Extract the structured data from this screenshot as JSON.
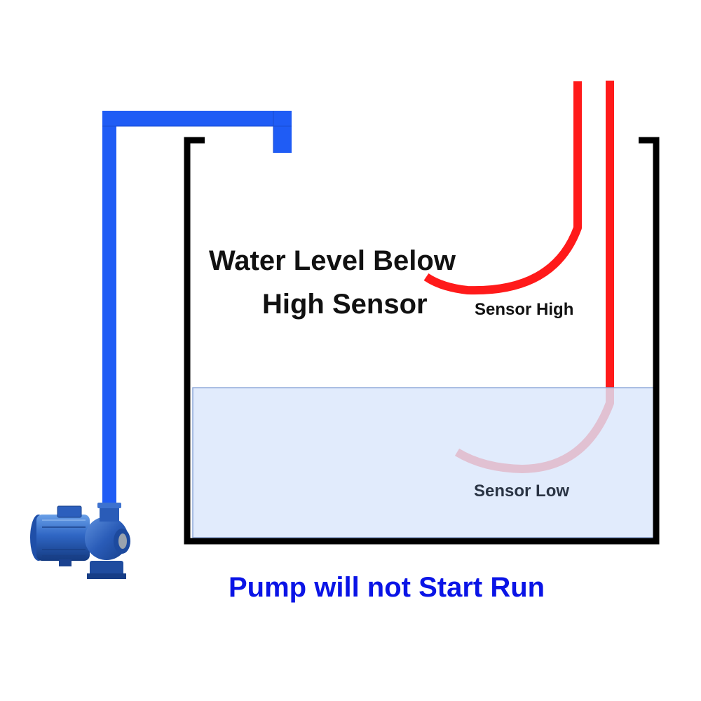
{
  "diagram": {
    "status_line_1": "Water Level Below",
    "status_line_2": "High Sensor",
    "sensor_high_label": "Sensor High",
    "sensor_low_label": "Sensor Low",
    "pump_message": "Pump will not Start Run"
  },
  "state": {
    "water_fill_fraction": 0.38
  },
  "colors": {
    "tank": "#000000",
    "pipe": "#1f5cf5",
    "sensor_wire": "#ff1a1a",
    "water": "#dbe6fb",
    "message": "#0a14e6"
  }
}
